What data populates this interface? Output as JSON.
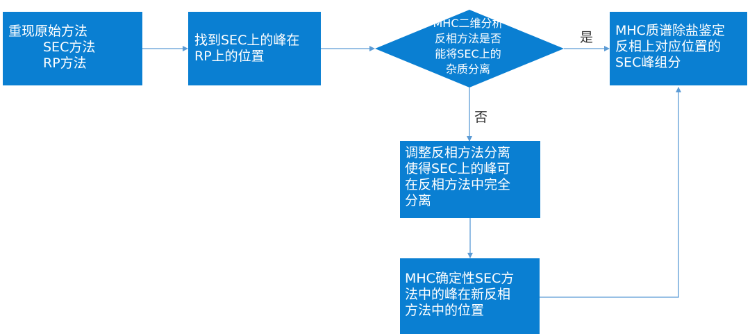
{
  "nodes": {
    "reproduce": {
      "lines": [
        "重现原始方法",
        "SEC方法",
        "RP方法"
      ]
    },
    "find_peaks": {
      "lines": [
        "找到SEC上的峰在",
        "RP上的位置"
      ]
    },
    "decision": {
      "lines": [
        "MHC二维分析",
        "反相方法是否",
        "能将SEC上的",
        "杂质分离"
      ]
    },
    "ms_identify": {
      "lines": [
        "MHC质谱除盐鉴定",
        "反相上对应位置的",
        "SEC峰组分"
      ]
    },
    "adjust_rp": {
      "lines": [
        "调整反相方法分离",
        "使得SEC上的峰可",
        "在反相方法中完全",
        "分离"
      ]
    },
    "confirm_sec": {
      "lines": [
        "MHC确定性SEC方",
        "法中的峰在新反相",
        "方法中的位置"
      ]
    }
  },
  "edge_labels": {
    "yes": "是",
    "no": "否"
  },
  "colors": {
    "box_fill": "#0a7fd2",
    "box_text": "#ffffff",
    "connector": "#5b9bd5",
    "label_text": "#333333"
  }
}
